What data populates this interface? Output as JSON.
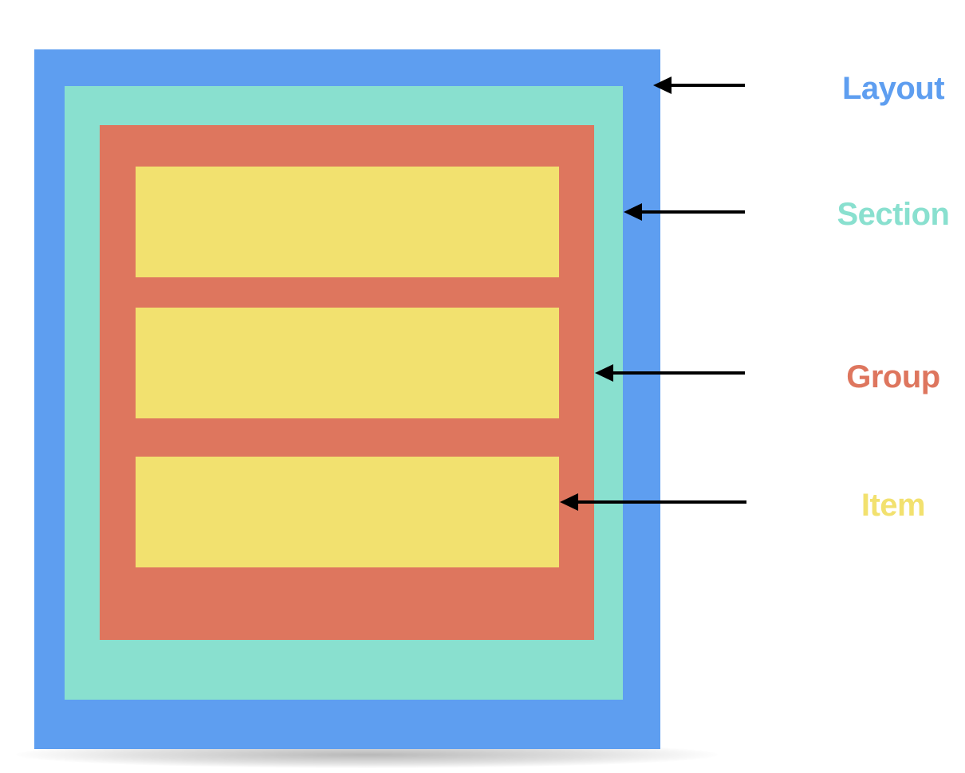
{
  "colors": {
    "layout": "#5E9EF0",
    "section": "#89E0CF",
    "group": "#DE765E",
    "item": "#F2E16F",
    "arrow": "#000000"
  },
  "labels": {
    "layout": "Layout",
    "section": "Section",
    "group": "Group",
    "item": "Item"
  }
}
